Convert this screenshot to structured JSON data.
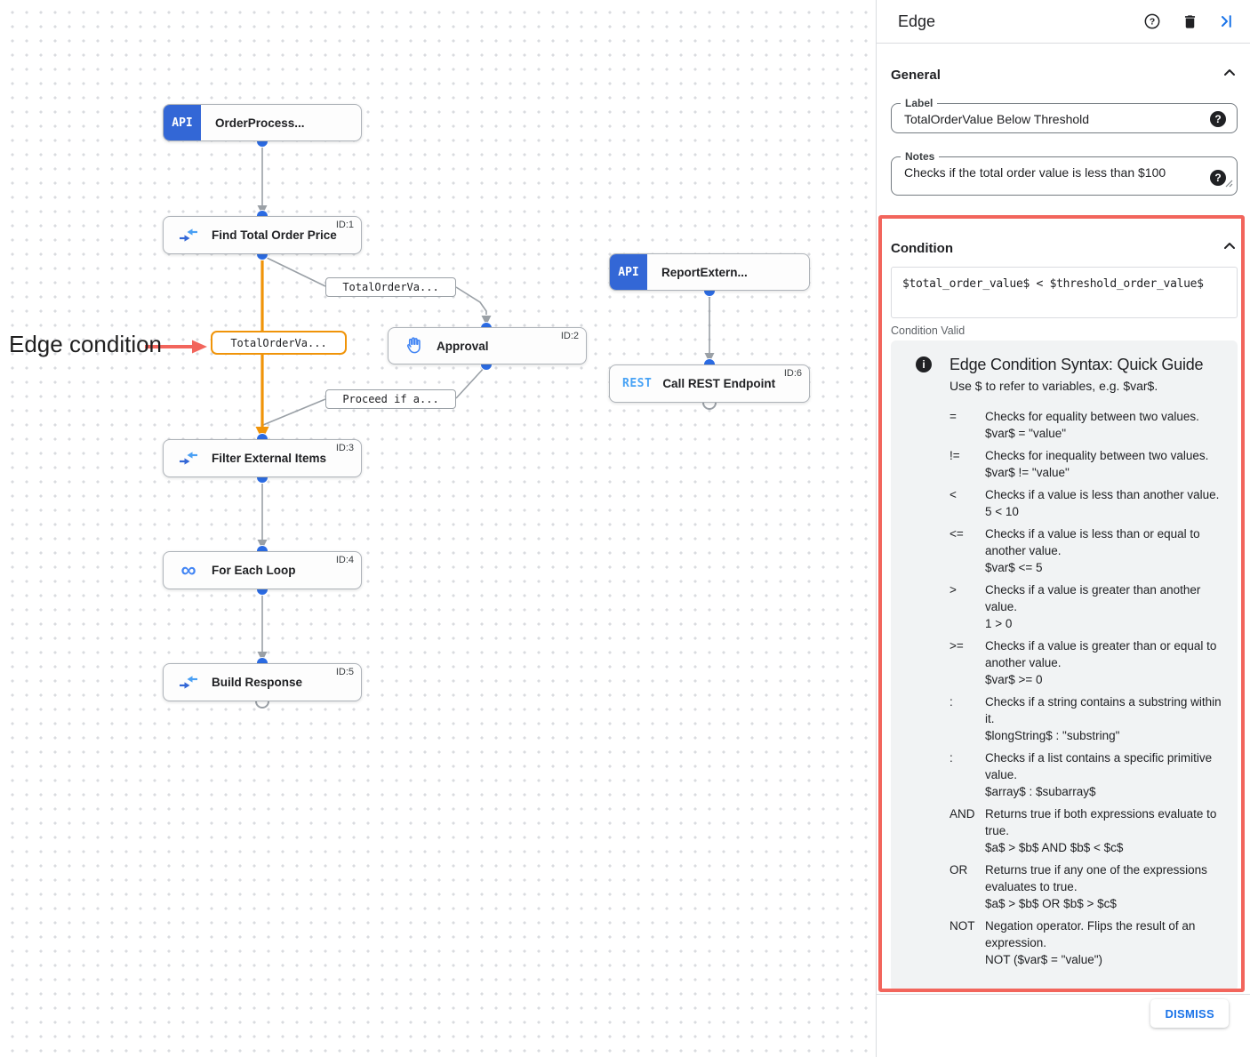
{
  "colors": {
    "accent_blue": "#1a73e8",
    "edge_orange": "#f09409",
    "edge_gray": "#9aa0a6",
    "highlight_red": "#f2655c",
    "api_badge_blue": "#3367d6",
    "rest_text_blue": "#47a2f5",
    "node_icon_blue": "#4285f4",
    "guide_background": "#f1f3f4"
  },
  "annotation": {
    "label": "Edge condition"
  },
  "canvas": {
    "nodes": [
      {
        "label": "OrderProcess...",
        "badge": "API"
      },
      {
        "label": "Find Total Order Price",
        "id": "ID:1",
        "icon": "data-mapping-icon"
      },
      {
        "label": "Approval",
        "id": "ID:2",
        "icon": "hand-icon"
      },
      {
        "label": "ReportExtern...",
        "badge": "API"
      },
      {
        "label": "Call REST Endpoint",
        "id": "ID:6",
        "badge": "REST"
      },
      {
        "label": "Filter External Items",
        "id": "ID:3",
        "icon": "data-mapping-icon"
      },
      {
        "label": "For Each Loop",
        "id": "ID:4",
        "icon": "infinity-icon"
      },
      {
        "label": "Build Response",
        "id": "ID:5",
        "icon": "data-mapping-icon"
      }
    ],
    "edge_labels": [
      {
        "text": "TotalOrderVa...",
        "style": "gray"
      },
      {
        "text": "TotalOrderVa...",
        "style": "orange-selected"
      },
      {
        "text": "Proceed if a...",
        "style": "gray"
      }
    ]
  },
  "panel": {
    "title": "Edge",
    "header_icons": [
      "help-icon",
      "delete-icon",
      "collapse-right-icon"
    ],
    "general": {
      "title": "General",
      "label_field": {
        "label": "Label",
        "value": "TotalOrderValue Below Threshold"
      },
      "notes_field": {
        "label": "Notes",
        "value": "Checks if the total order value is less than $100"
      }
    },
    "condition": {
      "title": "Condition",
      "value": "$total_order_value$ < $threshold_order_value$",
      "status": "Condition Valid",
      "guide": {
        "title": "Edge Condition Syntax: Quick Guide",
        "subtitle": "Use $ to refer to variables, e.g. $var$.",
        "rows": [
          {
            "op": "=",
            "desc": "Checks for equality between two values.",
            "example": "$var$ = \"value\""
          },
          {
            "op": "!=",
            "desc": "Checks for inequality between two values.",
            "example": "$var$ != \"value\""
          },
          {
            "op": "<",
            "desc": "Checks if a value is less than another value.",
            "example": "5 < 10"
          },
          {
            "op": "<=",
            "desc": "Checks if a value is less than or equal to another value.",
            "example": "$var$ <= 5"
          },
          {
            "op": ">",
            "desc": "Checks if a value is greater than another value.",
            "example": "1 > 0"
          },
          {
            "op": ">=",
            "desc": "Checks if a value is greater than or equal to another value.",
            "example": "$var$ >= 0"
          },
          {
            "op": ":",
            "desc": "Checks if a string contains a substring within it.",
            "example": "$longString$ : \"substring\""
          },
          {
            "op": ":",
            "desc": "Checks if a list contains a specific primitive value.",
            "example": "$array$ : $subarray$"
          },
          {
            "op": "AND",
            "desc": "Returns true if both expressions evaluate to true.",
            "example": "$a$ > $b$ AND $b$ < $c$"
          },
          {
            "op": "OR",
            "desc": "Returns true if any one of the expressions evaluates to true.",
            "example": "$a$ > $b$ OR $b$ > $c$"
          },
          {
            "op": "NOT",
            "desc": "Negation operator. Flips the result of an expression.",
            "example": "NOT ($var$ = \"value\")"
          }
        ]
      }
    },
    "dismiss_label": "DISMISS"
  }
}
